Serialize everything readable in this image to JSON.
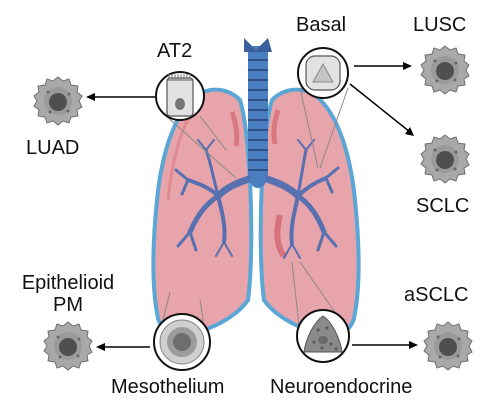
{
  "labels": {
    "at2": "AT2",
    "basal": "Basal",
    "luad": "LUAD",
    "lusc": "LUSC",
    "sclc": "SCLC",
    "asclc": "aSCLC",
    "epithelioid_line1": "Epithelioid",
    "epithelioid_line2": "PM",
    "mesothelium": "Mesothelium",
    "neuroendocrine": "Neuroendocrine"
  },
  "colors": {
    "lung_fill": "#e8a4ab",
    "lung_outline": "#5aa6d6",
    "lung_inner": "#d97880",
    "airway": "#4a7fc2",
    "airway_dark": "#3a5f9a",
    "bronchi": "#5670b0",
    "tumor_cell": "#a8a8a8",
    "tumor_nucleus": "#555555",
    "arrow": "#000000"
  },
  "icons": {
    "at2_cell": "columnar-cell-icon",
    "basal_cell": "basal-cell-icon",
    "mesothelium_cell": "mesothelial-cell-icon",
    "neuroendocrine_cell": "neuroendocrine-cell-icon",
    "tumor_cell": "tumor-cell-icon"
  }
}
